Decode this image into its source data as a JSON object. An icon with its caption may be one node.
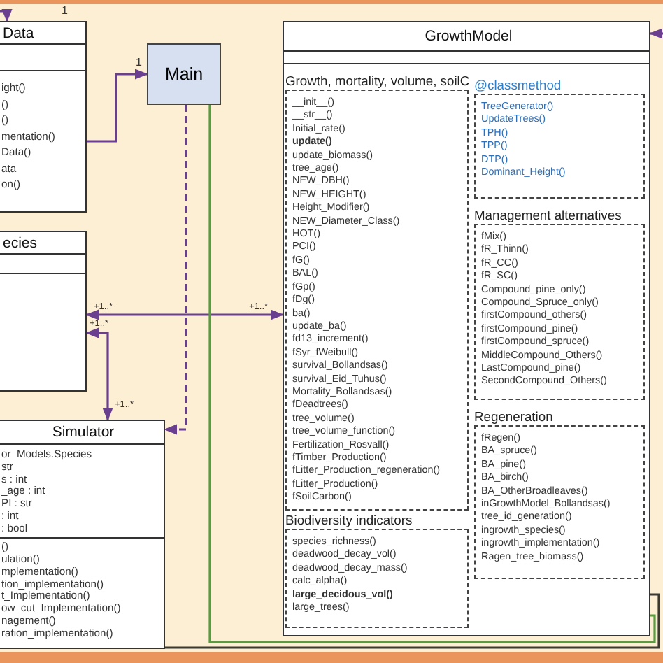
{
  "diagram": {
    "nodes": [
      {
        "text": [
          "Data",
          "ight()",
          "()",
          "()",
          "mentation()",
          "Data()",
          "ata",
          "on()"
        ],
        "beside": [
          "1"
        ]
      },
      {
        "text": [
          "Main"
        ]
      },
      {
        "text": [
          "ecies"
        ]
      },
      {
        "text": [
          "Simulator",
          "or_Models.Species",
          "str",
          "s : int",
          "_age : int",
          "PI : str",
          ": int",
          ": bool",
          "()",
          "ulation()",
          "mplementation()",
          "tion_implementation()",
          "t_Implementation()",
          "ow_cut_Implementation()",
          "nagement()",
          "ration_implementation()"
        ]
      },
      {
        "text": [
          "GrowthModel"
        ]
      },
      {
        "text": [
          "Growth, mortality, volume, soilC",
          "__init__()",
          "__str__()",
          "Initial_rate()",
          "update()",
          "update_biomass()",
          "tree_age()",
          "NEW_DBH()",
          "NEW_HEIGHT()",
          "Height_Modifier()",
          "NEW_Diameter_Class()",
          "HOT()",
          "PCI()",
          "fG()",
          "BAL()",
          "fGp()",
          "fDg()",
          "ba()",
          "update_ba()",
          "fd13_increment()",
          "fSyr_fWeibull()",
          "survival_Bollandsas()",
          "survival_Eid_Tuhus()",
          "Mortality_Bollandsas()",
          "fDeadtrees()",
          "tree_volume()",
          "tree_volume_function()",
          "Fertilization_Rosvall()",
          "fTimber_Production()",
          "fLitter_Production_regeneration()",
          "fLitter_Production()",
          "fSoilCarbon()"
        ],
        "in": 4
      },
      {
        "text": [
          "Biodiversity indicators",
          "species_richness()",
          "deadwood_decay_vol()",
          "deadwood_decay_mass()",
          "calc_alpha()",
          "large_decidous_vol()",
          "large_trees()"
        ],
        "in": 4
      },
      {
        "text": [
          "@classmethod",
          "TreeGenerator()",
          "UpdateTrees()",
          "TPH()",
          "TPP()",
          "DTP()",
          "Dominant_Height()"
        ],
        "in": 4
      },
      {
        "text": [
          "Management alternatives",
          "fMix()",
          "fR_Thinn()",
          "fR_CC()",
          "fR_SC()",
          "Compound_pine_only()",
          "Compound_Spruce_only()",
          "firstCompound_others()",
          "firstCompound_pine()",
          "firstCompound_spruce()",
          "MiddleCompound_Others()",
          "LastCompound_pine()",
          "SecondCompound_Others()"
        ],
        "in": 4
      },
      {
        "text": [
          "Regeneration",
          "fRegen()",
          "BA_spruce()",
          "BA_pine()",
          "BA_birch()",
          "BA_OtherBroadleaves()",
          "inGrowthModel_Bollandsas()",
          "tree_id_generation()",
          "ingrowth_species()",
          "ingrowth_implementation()",
          "Ragen_tree_biomass()"
        ],
        "in": 4
      }
    ],
    "edges": [
      {
        "from": null,
        "to": 0,
        "arrow": "to"
      },
      {
        "from": 0,
        "to": 1,
        "arrow": "to"
      },
      {
        "from": 2,
        "to": 4,
        "arrow": "both"
      },
      {
        "from": 2,
        "to": 3,
        "arrow": "both"
      },
      {
        "from": 1,
        "to": 3,
        "arrow": "to",
        "style": "dashed"
      },
      {
        "from": 1,
        "to": 4,
        "arrow": "none",
        "color": "#5a9a40"
      },
      {
        "from": 3,
        "to": 4,
        "arrow": "none",
        "color": "#3a3a30"
      },
      {
        "from": null,
        "to": 4,
        "arrow": "to"
      }
    ],
    "labels": [
      "1",
      "+1..*",
      "+1..*",
      "+1..*",
      "+1..*"
    ]
  }
}
